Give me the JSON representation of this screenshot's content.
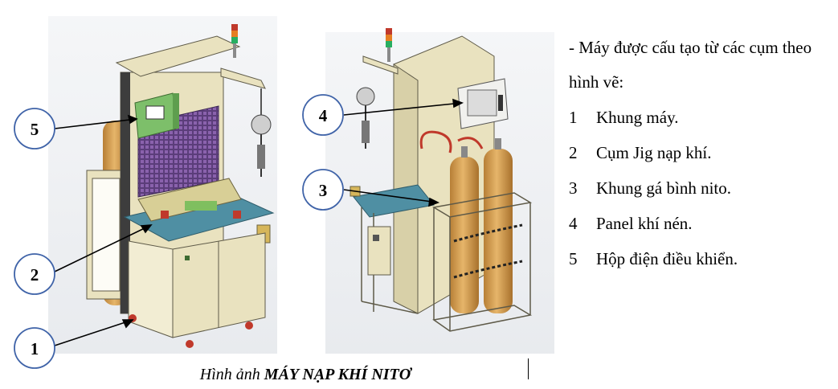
{
  "callouts": [
    "1",
    "2",
    "3",
    "4",
    "5"
  ],
  "caption": {
    "lead": "Hình ảnh ",
    "title": "MÁY NẠP KHÍ NITƠ"
  },
  "description": {
    "intro": "- Máy được cấu tạo từ các cụm theo hình vẽ:",
    "items": [
      {
        "num": "1",
        "label": "Khung máy."
      },
      {
        "num": "2",
        "label": "Cụm Jig nạp khí."
      },
      {
        "num": "3",
        "label": "Khung gá bình nito."
      },
      {
        "num": "4",
        "label": "Panel khí nén."
      },
      {
        "num": "5",
        "label": "Hộp điện điều khiển."
      }
    ]
  },
  "colors": {
    "frame": "#e9e2bf",
    "cylinder": "#d9a659",
    "panel_green": "#7dbf6a",
    "jig_purple": "#6d4a8c",
    "callout_ring": "#3f63a8"
  }
}
